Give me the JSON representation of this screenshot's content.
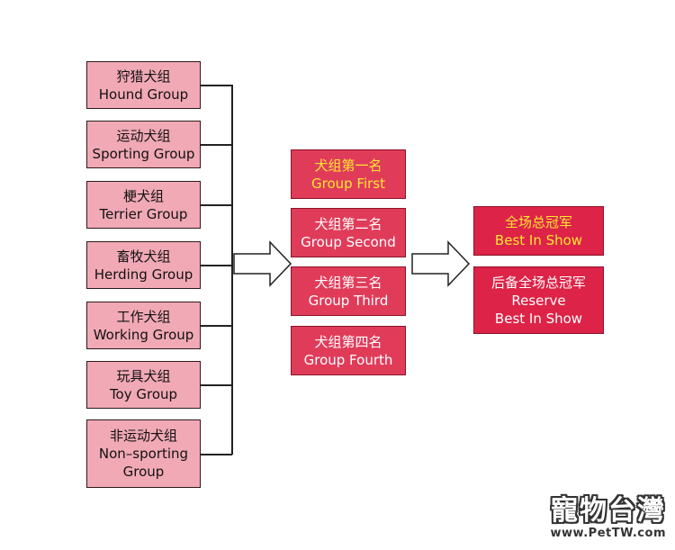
{
  "groups": [
    {
      "zh": "狩猎犬组",
      "en": "Hound Group"
    },
    {
      "zh": "运动犬组",
      "en": "Sporting Group"
    },
    {
      "zh": "梗犬组",
      "en": "Terrier Group"
    },
    {
      "zh": "畜牧犬组",
      "en": "Herding Group"
    },
    {
      "zh": "工作犬组",
      "en": "Working Group"
    },
    {
      "zh": "玩具犬组",
      "en": "Toy Group"
    },
    {
      "zh": "非运动犬组",
      "en": "Non–sporting",
      "en2": "Group"
    }
  ],
  "rankings": [
    {
      "zh": "犬组第一名",
      "en": "Group First",
      "color": "#ffe733"
    },
    {
      "zh": "犬组第二名",
      "en": "Group Second",
      "color": "#ffffff"
    },
    {
      "zh": "犬组第三名",
      "en": "Group Third",
      "color": "#ffffff"
    },
    {
      "zh": "犬组第四名",
      "en": "Group Fourth",
      "color": "#ffffff"
    }
  ],
  "awards": [
    {
      "zh": "全场总冠军",
      "en": "Best In Show",
      "color": "#ffe733"
    },
    {
      "zh": "后备全场总冠军",
      "en": "Reserve",
      "en2": "Best In Show",
      "color": "#ffffff"
    }
  ],
  "colors": {
    "group_fill": "#f1a9b6",
    "ranking_fill": "#e03c5a",
    "award_fill": "#dd2347",
    "highlight_text": "#ffe733"
  },
  "watermark": {
    "title": "寵物台灣",
    "url": "www.PetTW.com"
  }
}
